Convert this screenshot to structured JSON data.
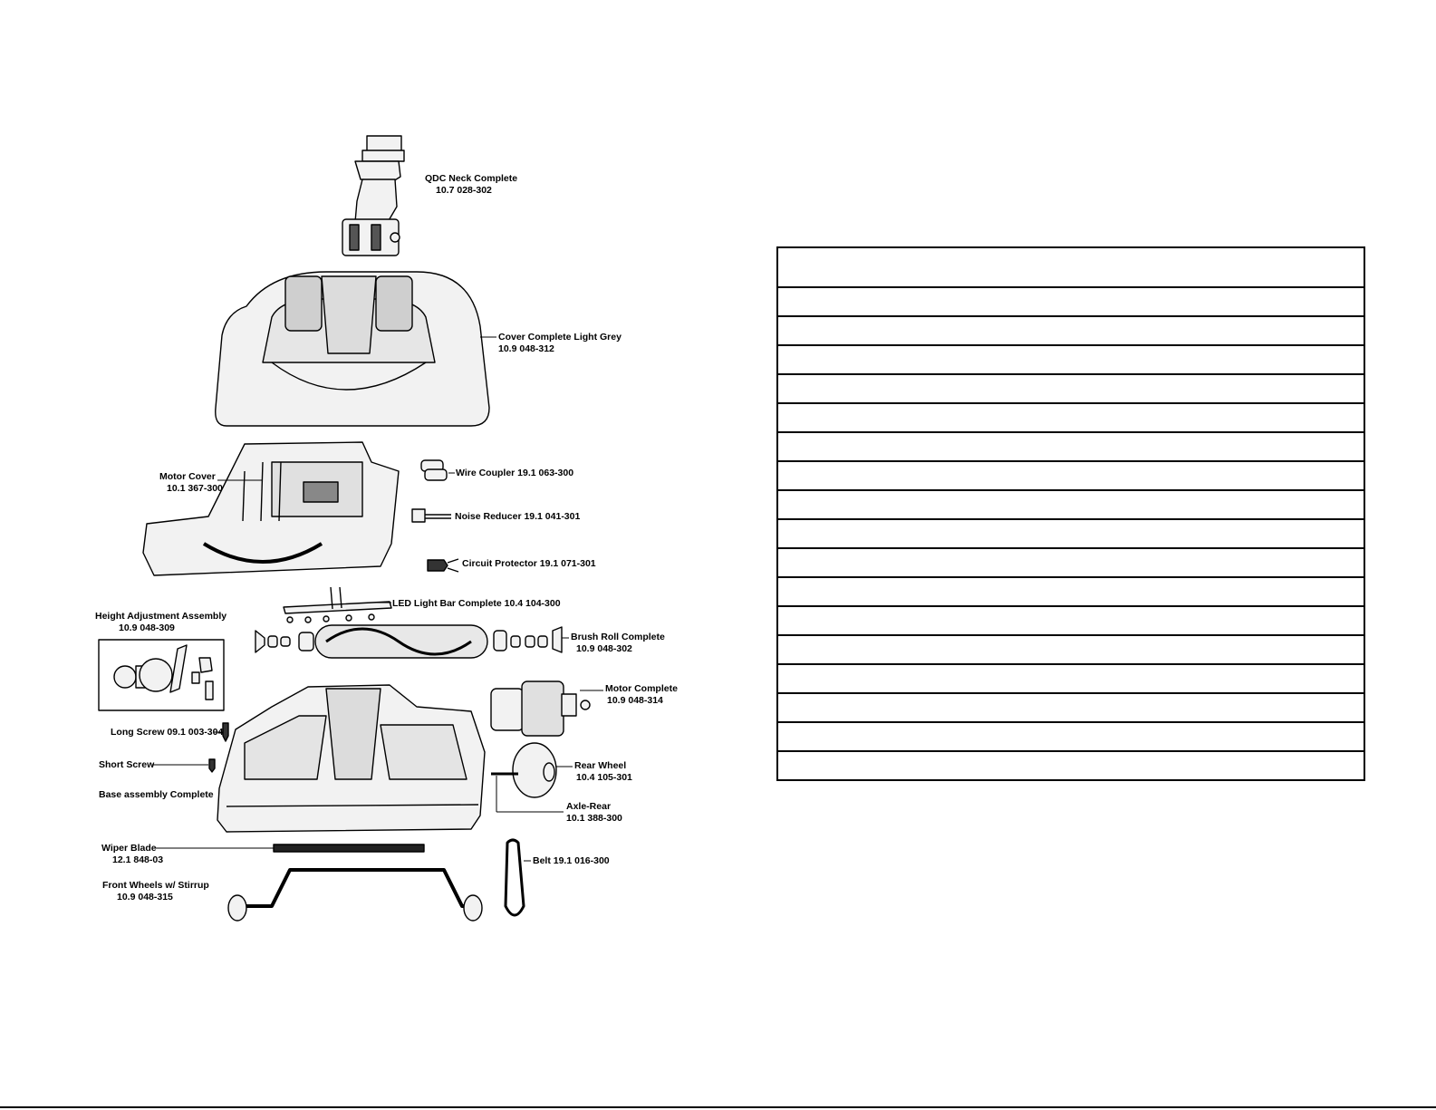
{
  "parts": {
    "qdc_neck": {
      "name": "QDC Neck Complete",
      "number": "10.7 028-302"
    },
    "cover": {
      "name": "Cover Complete Light Grey",
      "number": "10.9 048-312"
    },
    "motor_cover": {
      "name": "Motor Cover",
      "number": "10.1 367-300"
    },
    "wire_coupler": {
      "name": "Wire Coupler 19.1 063-300"
    },
    "noise_reducer": {
      "name": "Noise Reducer 19.1 041-301"
    },
    "circuit_protector": {
      "name": "Circuit Protector  19.1 071-301"
    },
    "led_light_bar": {
      "name": "LED Light Bar Complete   10.4 104-300"
    },
    "height_adjustment": {
      "name": "Height Adjustment Assembly",
      "number": "10.9 048-309"
    },
    "brush_roll": {
      "name": "Brush Roll Complete",
      "number": "10.9 048-302"
    },
    "motor": {
      "name": "Motor Complete",
      "number": "10.9 048-314"
    },
    "long_screw": {
      "name": "Long Screw 09.1 003-304"
    },
    "short_screw": {
      "name": "Short Screw"
    },
    "base_assembly": {
      "name": "Base assembly Complete"
    },
    "rear_wheel": {
      "name": "Rear Wheel",
      "number": "10.4 105-301"
    },
    "axle_rear": {
      "name": "Axle-Rear",
      "number": "10.1 388-300"
    },
    "wiper_blade": {
      "name": "Wiper Blade",
      "number": "12.1 848-03"
    },
    "belt": {
      "name": "Belt   19.1 016-300"
    },
    "front_wheels": {
      "name": "Front Wheels w/ Stirrup",
      "number": "10.9 048-315"
    }
  },
  "table": {
    "rows": [
      "",
      "",
      "",
      "",
      "",
      "",
      "",
      "",
      "",
      "",
      "",
      "",
      "",
      "",
      "",
      "",
      "",
      ""
    ]
  },
  "colors": {
    "line": "#000000",
    "background": "#ffffff",
    "part_fill": "#f2f2f2",
    "dark": "#444444"
  }
}
